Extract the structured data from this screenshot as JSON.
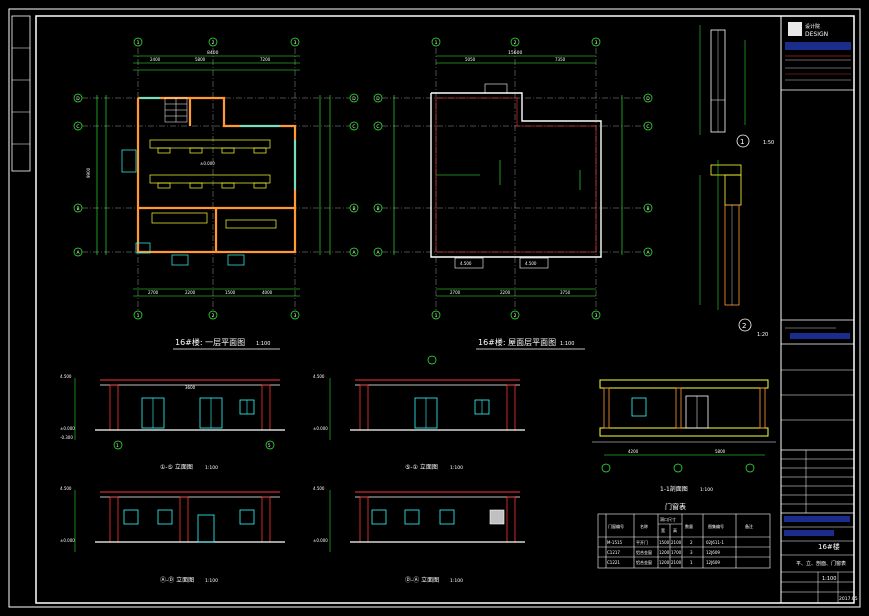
{
  "drawing": {
    "plan_title": "16#楼: 一层平面图",
    "plan_scale": "1:100",
    "roof_title": "16#楼: 屋面层平面图",
    "roof_scale": "1:100",
    "elev1_title": "①-⑤ 立面图",
    "elev2_title": "⑤-① 立面图",
    "elev3_title": "Ⓐ-Ⓓ 立面图",
    "elev4_title": "Ⓓ-Ⓐ 立面图",
    "elev_scale": "1:100",
    "section_title": "1-1剖面图",
    "section_scale": "1:100",
    "detail1_scale": "1:50",
    "detail2_scale": "1:20"
  },
  "plan": {
    "dim_total": "8400",
    "dims_top": [
      "2400",
      "5800",
      "7200"
    ],
    "dims_bottom": [
      "2700",
      "2200",
      "1500",
      "4000"
    ],
    "dim_vertical": "9900",
    "level": "±0.000",
    "axis_cols": [
      "1",
      "2",
      "3"
    ],
    "axis_rows": [
      "D",
      "C",
      "B",
      "A"
    ]
  },
  "roof": {
    "dim_total": "15600",
    "dims_top": [
      "5050",
      "7350"
    ],
    "dims_bottom": [
      "2700",
      "2200",
      "3750"
    ],
    "level1": "4.500",
    "level2": "4.500",
    "axis_cols": [
      "1",
      "2",
      "3"
    ],
    "axis_rows": [
      "D",
      "C",
      "B",
      "A"
    ]
  },
  "elevation": {
    "level_top": "4.500",
    "level_floor": "±0.000",
    "level_ground": "-0.300",
    "height_label": "3600",
    "axis_left": "1",
    "axis_right": "5"
  },
  "section": {
    "dims": [
      "4200",
      "5800"
    ]
  },
  "door_table": {
    "title": "门窗表",
    "headers": [
      "门窗编号",
      "名称",
      "洞口尺寸",
      "数量",
      "图集编号",
      "备注"
    ],
    "sub_headers": [
      "宽",
      "高"
    ],
    "rows": [
      [
        "M-1515",
        "平开门",
        "1500",
        "2100",
        "2",
        "02J611-1",
        ""
      ],
      [
        "C1217",
        "铝合金窗",
        "1200",
        "1700",
        "3",
        "12J609",
        ""
      ],
      [
        "C1221",
        "铝合金窗",
        "1200",
        "2100",
        "1",
        "12J609",
        ""
      ]
    ]
  },
  "title_block": {
    "company_en": "DESIGN",
    "drawing_no": "16#楼",
    "content": "平、立、剖面、门窗表",
    "scale": "1:100",
    "date": "2017.05"
  }
}
